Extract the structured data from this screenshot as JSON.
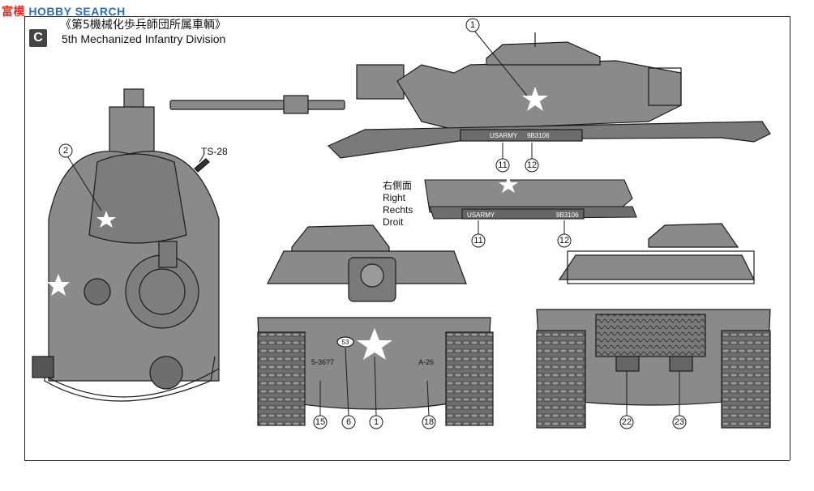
{
  "watermark": {
    "logo": "富模",
    "text": "HOBBY SEARCH"
  },
  "header": {
    "badge": "C",
    "title_jp": "《第5機械化歩兵師団所属車輌》",
    "title_en": "5th Mechanized Infantry Division"
  },
  "side_view_label": {
    "jp": "右側面",
    "en": "Right",
    "de": "Rechts",
    "fr": "Droit"
  },
  "ts_label": "TS-28",
  "markings": {
    "usarmy": "USARMY",
    "serial": "9B3106",
    "bumper_left": "5-36?7",
    "bumper_right": "A-26",
    "bumper_number": "53"
  },
  "callouts": {
    "c1_top": "1",
    "c11_top": "11",
    "c12_top": "12",
    "c2": "2",
    "c11_right": "11",
    "c12_right": "12",
    "c15": "15",
    "c6": "6",
    "c1_front": "1",
    "c18": "18",
    "c22": "22",
    "c23": "23"
  },
  "colors": {
    "hull": "#8a8a8a",
    "hull_dark": "#5e5e5e",
    "line": "#1b1b1b",
    "paper": "#ffffff"
  }
}
